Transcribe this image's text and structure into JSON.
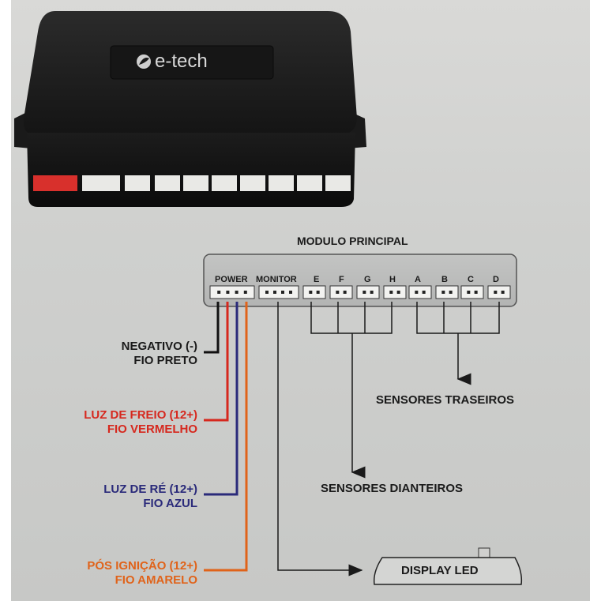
{
  "device": {
    "brand": "e-tech"
  },
  "module": {
    "title": "MODULO PRINCIPAL",
    "ports": [
      "POWER",
      "MONITOR",
      "E",
      "F",
      "G",
      "H",
      "A",
      "B",
      "C",
      "D"
    ]
  },
  "wires": {
    "negativo": {
      "line1": "NEGATIVO (-)",
      "line2": "FIO PRETO",
      "color": "#111111"
    },
    "freio": {
      "line1": "LUZ DE FREIO (12+)",
      "line2": "FIO VERMELHO",
      "color": "#d6281e"
    },
    "re": {
      "line1": "LUZ DE RÉ (12+)",
      "line2": "FIO AZUL",
      "color": "#2a2a7a"
    },
    "ignicao": {
      "line1": "PÓS IGNIÇÃO (12+)",
      "line2": "FIO AMARELO",
      "color": "#e0631a"
    }
  },
  "groups": {
    "traseiros": "SENSORES TRASEIROS",
    "dianteiros": "SENSORES DIANTEIROS"
  },
  "display": {
    "label": "DISPLAY LED"
  }
}
